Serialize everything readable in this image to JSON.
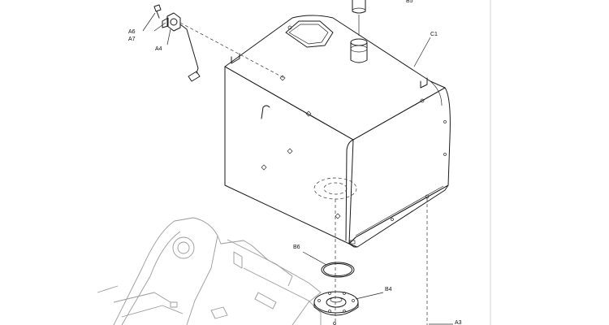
{
  "diagram": {
    "callouts": [
      {
        "id": "A6",
        "text": "A6"
      },
      {
        "id": "A7",
        "text": "A7"
      },
      {
        "id": "A4",
        "text": "A4"
      },
      {
        "id": "C1",
        "text": "C1"
      },
      {
        "id": "B6",
        "text": "B6"
      },
      {
        "id": "B4",
        "text": "B4"
      },
      {
        "id": "A3",
        "text": "A3"
      },
      {
        "id": "B5",
        "text": "B5"
      }
    ]
  }
}
